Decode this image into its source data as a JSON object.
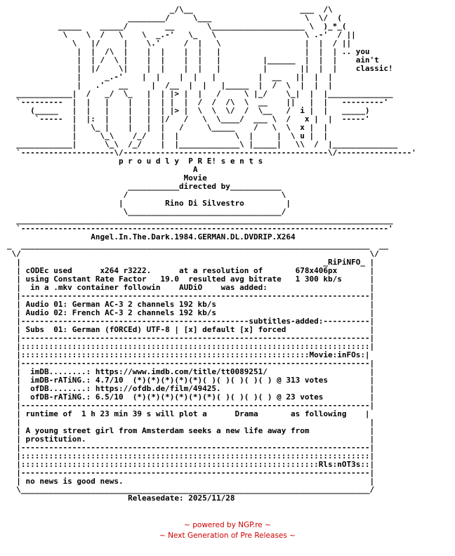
{
  "nfo_lines": [
    "                                   _/\\__                       ___  /\\",
    "                          ________/     \\___                    \\  \\/  (",
    "           _____    _____/        __       \\____________________ \\  )_*_(",
    "            \\    \\  /   \\    \\  _.-'   \\_   \\                   \\ .-'  / ||",
    "              \\   |/     |    \\.'     /  |   \\                  |  |  / || ",
    "               |  |  /\\  |    |  |    |  |   |                  |  |  | .. you",
    "               |  | /  \\ |    |  |    |  |   |         |______  |  |  |    ain't",
    "               |  |/    \\|    |  |    |  |   |         |       ||  |  |    classic!",
    "               |     _.-'    |  |    |  |   |         |  __   ||  |  |",
    "               |   .'   __     |  /__  |  |   |_____  |  /  \\  |  |  |",
    "  ____________|  /   _/  \\_   |  | |> |  |   /     \\ |_/    \\_|  |  |______________",
    "  `---------  |  |   |    |   |  | |  |  /  /  /\\  \\  __    ||   |  |   ---------'",
    "     (_____   |  |   |    |   |  | |> |  \\  \\  \\/  /  \\__   /  i |  |   _____)",
    "      `-----  |  |:  |    |   |  |/   /   \\  \\____/  ___ \\  /   x |  |  -----'",
    "              |   \\_ |    |   |  |   /     \\_____    /   \\  \\  x |  |",
    "              |     \\_\\    /_/   |  |            \\  |     |  \\ u |  |",
    "  ____________|      \\_\\  /_/    |  |_____________\\ |_____|   \\\\  /  |______________",
    "  `--------------------\\/--------------------------------------------\\/----------------'",
    "                        p r o u d l y  P R E! s e n t s",
    "                                        A",
    "                                      Movie",
    "                          ___________directed by___________",
    "                         /                                 \\",
    "                        |         Rino Di Silvestro         |",
    "                         \\_________________________________/",
    "  _________________________________________________________________________________",
    "  `-------------------------------------------------------------------------------'",
    "                  Angel.In.The.Dark.1984.GERMAN.DL.DVDRIP.X264",
    "_  ___________________________________________________________________________  __",
    " \\/                                                                           \\/",
    "  |                                                                 _RiPiNFO_ |",
    "  | cODEc used      x264 r3222.      at a resolution of       678x406px       |",
    "  | using Constant Rate Factor   19.0  resulted avg bitrate   1 300 kb/s      |",
    "  |  in a .mkv container followin    AUDiO    was added:                      |",
    "  |---------------------------------------------------------------------------|",
    "  | Audio 01: German AC-3 2 channels 192 kb/s                                 |",
    "  | Audio 02: French AC-3 2 channels 192 kb/s                                 |",
    "  |-------------------------------------------------subtitles-added:----------|",
    "  | Subs  01: German (fORCEd) UTF-8 | [x] default [x] forced                  |",
    "  |---------------------------------------------------------------------------|",
    "  |:::::::::::::::::::::::::::::::::::::::::::::::::::::::::::::::::::::::::::|",
    "  |::::::::::::::::::::::::::::::::::::::::::::::::::::::::::::::Movie:inFOs:|",
    "  |---------------------------------------------------------------------------|",
    "  |  imDB........: https://www.imdb.com/title/tt0089251/                      |",
    "  |  imDB-rATiNG.: 4.7/10  (*)(*)(*)(*)(*)( )( )( )( )( ) @ 313 votes         |",
    "  |  ofDB........: https://ofdb.de/film/49425.                                |",
    "  |  ofDB-rATiNG.: 6.5/10  (*)(*)(*)(*)(*)(*)( )( )( )( ) @ 23 votes          |",
    "  |---------------------------------------------------------------------------|",
    "  | runtime of  1 h 23 min 39 s will plot a      Drama       as following    |",
    "  |                                                                           |",
    "  | A young street girl from Amsterdam seeks a new life away from             |",
    "  | prostitution.                                                             |",
    "  |---------------------------------------------------------------------------|",
    "  |:::::::::::::::::::::::::::::::::::::::::::::::::::::::::::::::::::::::::::|",
    "  |::::::::::::::::::::::::::::::::::::::::::::::::::::::::::::::::Rls:nOT3s::|",
    "  |---------------------------------------------------------------------------|",
    "  | no news is good news.                                                     |",
    "  \\___________________________________________________________________________/",
    "                          Releasedate: 2025/11/28"
  ],
  "footer": {
    "line1": "~ powered by NGP.re ~",
    "line2": "~ Next Generation of Pre Releases ~"
  },
  "colors": {
    "text": "#000000",
    "footer": "#cc0000",
    "background": "#ffffff"
  }
}
